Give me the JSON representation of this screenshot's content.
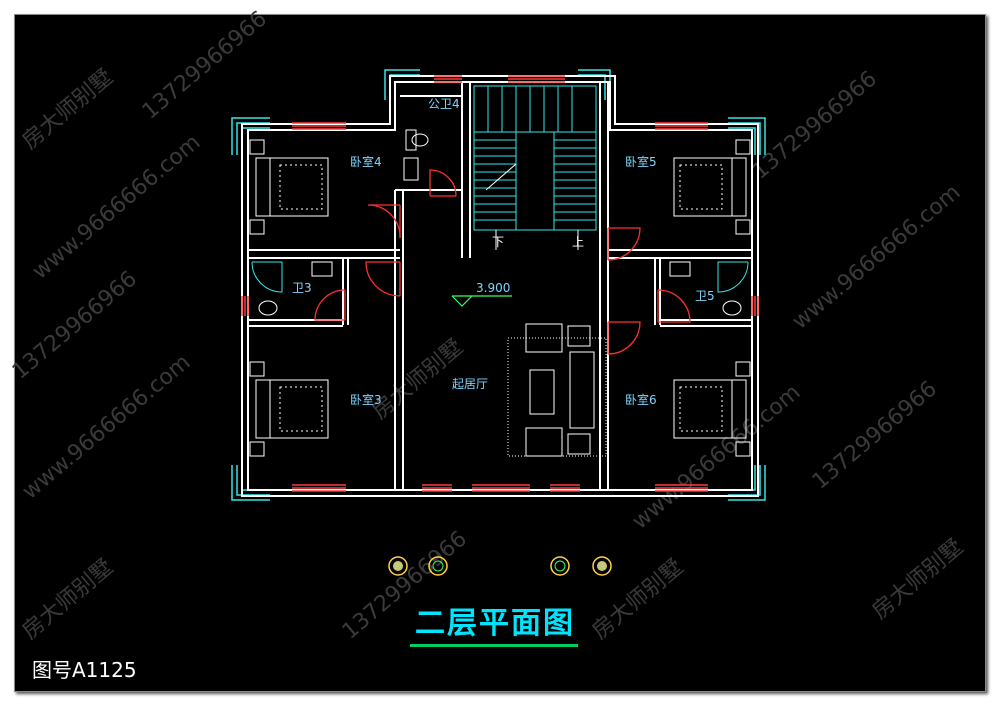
{
  "drawing_title": "二层平面图",
  "drawing_number": "图号A1125",
  "elevation": "3.900",
  "rooms": {
    "bath4": "公卫4",
    "bed4": "卧室4",
    "bed5": "卧室5",
    "bath3": "卫3",
    "bath5": "卫5",
    "bed3": "卧室3",
    "bed6": "卧室6",
    "living": "起居厅"
  },
  "stairs": {
    "down": "下",
    "up": "上"
  },
  "watermarks": [
    "房大师别墅",
    "13729966966",
    "www.9666666.com"
  ],
  "colors": {
    "wall": "#ffffff",
    "label": "#7fd4ff",
    "window": "#ff3b3b",
    "door": "#ff3030",
    "stair": "#33e6e6",
    "title": "#00e5ff",
    "underline": "#00cc66"
  }
}
